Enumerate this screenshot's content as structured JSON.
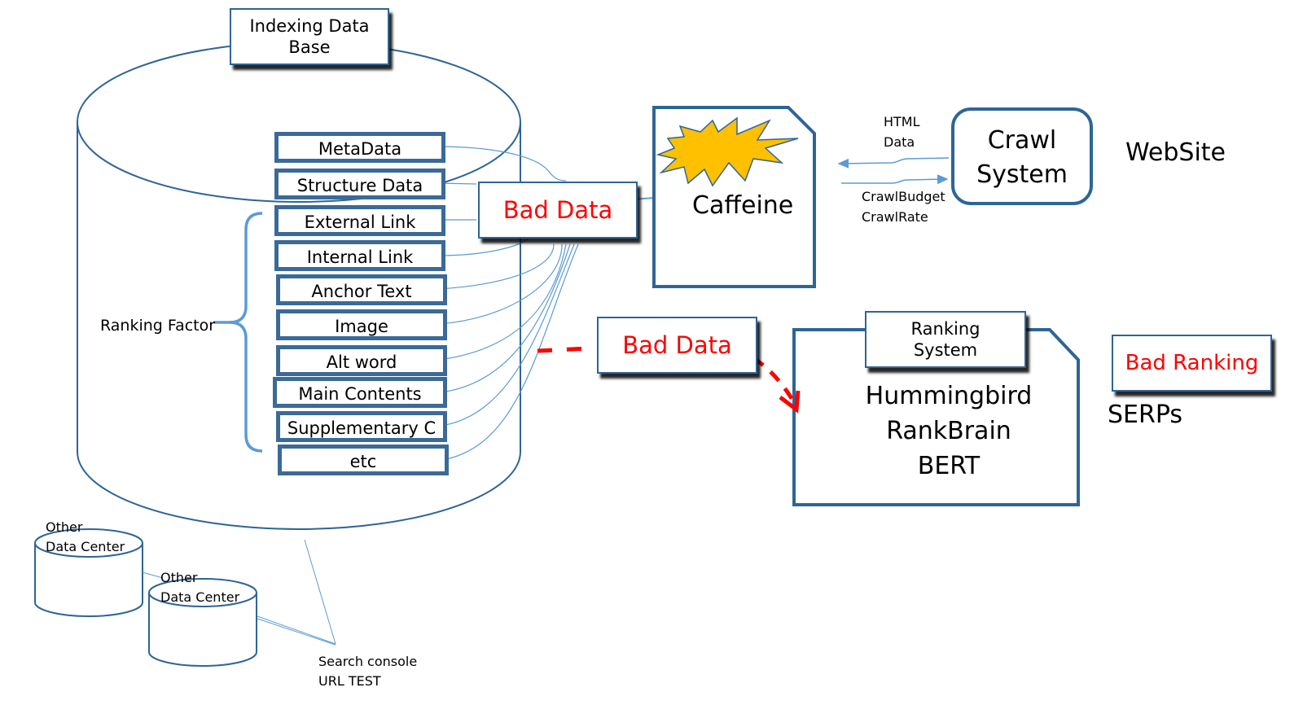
{
  "diagram": {
    "indexing_db_title": "Indexing Data\nBase",
    "ranking_factor_label": "Ranking Factor",
    "factors": [
      {
        "label": "MetaData",
        "is_ranking_factor": false
      },
      {
        "label": "Structure Data",
        "is_ranking_factor": false
      },
      {
        "label": "External Link",
        "is_ranking_factor": true
      },
      {
        "label": "Internal Link",
        "is_ranking_factor": true
      },
      {
        "label": "Anchor Text",
        "is_ranking_factor": true
      },
      {
        "label": "Image",
        "is_ranking_factor": true
      },
      {
        "label": "Alt word",
        "is_ranking_factor": true
      },
      {
        "label": "Main Contents",
        "is_ranking_factor": true
      },
      {
        "label": "Supplementary C",
        "is_ranking_factor": true
      },
      {
        "label": "etc",
        "is_ranking_factor": true
      }
    ],
    "bad_data_top": "Bad Data",
    "bad_data_middle": "Bad Data",
    "caffeine": "Caffeine",
    "html_data_label": "HTML\nData",
    "crawl_budget_label": "CrawlBudget\nCrawlRate",
    "crawl_system": "Crawl\nSystem",
    "website_label": "WebSite",
    "ranking_system_title": "Ranking\nSystem",
    "ranking_algorithms": [
      "Hummingbird",
      "RankBrain",
      "BERT"
    ],
    "bad_ranking": "Bad Ranking",
    "serps_label": "SERPs",
    "data_center_1": "Other\nData Center",
    "data_center_2": "Other\nData Center",
    "search_console_label": "Search console\nURL TEST"
  },
  "colors": {
    "outline": "#2e6596",
    "connector": "#5b9bd5",
    "alert": "#ff0000",
    "burst_fill": "#ffc000"
  }
}
